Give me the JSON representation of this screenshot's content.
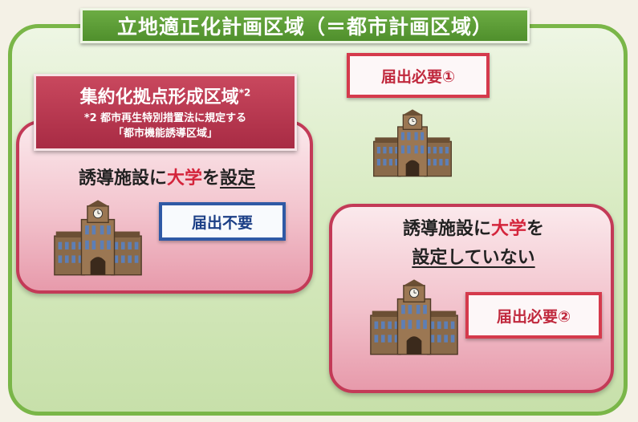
{
  "title": "立地適正化計画区域（＝都市計画区域）",
  "zone_header": {
    "title": "集約化拠点形成区域",
    "title_sup": "*2",
    "note_line1": "*2 都市再生特別措置法に規定する",
    "note_line2": "「都市機能誘導区域」"
  },
  "inside_zone": {
    "caption_pre": "誘導施設に",
    "caption_red": "大学",
    "caption_post": "を",
    "caption_ul": "設定",
    "tag": "届出不要"
  },
  "outside_zone": {
    "tag": "届出必要①"
  },
  "inside_not_set": {
    "caption_pre": "誘導施設に",
    "caption_red": "大学",
    "caption_post": "を",
    "caption_line2": "設定していない",
    "tag": "届出必要②"
  },
  "icons": {
    "building": "university-building-icon"
  },
  "colors": {
    "outer_fill": "#d9ebc3",
    "outer_border": "#7ab648",
    "title_bg": "#5c9d38",
    "zone_header_bg": "#b7354d",
    "pink_fill": "#f2c2cc",
    "pink_border": "#c33a57",
    "tag_red": "#d53a4c",
    "tag_blue": "#2f59a5",
    "highlight_red": "#d4253c"
  }
}
